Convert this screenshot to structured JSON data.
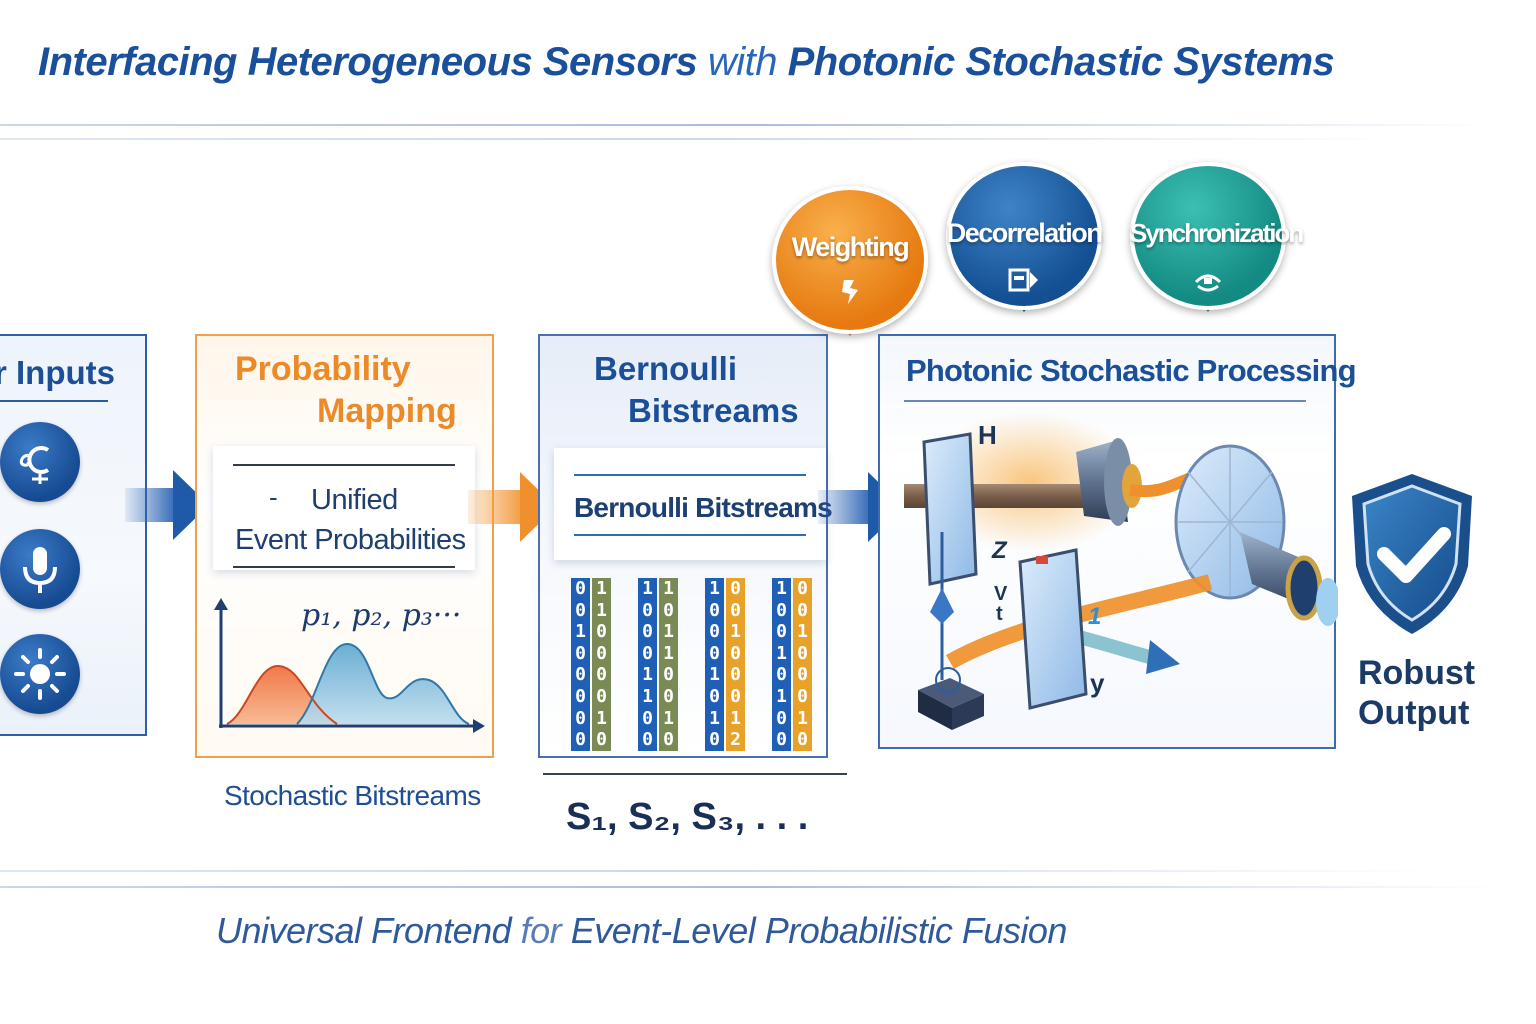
{
  "title": {
    "part1": "Interfacing Heterogeneous Sensors",
    "connector": "with",
    "part2": "Photonic Stochastic Systems"
  },
  "sensor_inputs": {
    "title": "r Inputs",
    "icons": [
      "capacitive-sensor-icon",
      "microphone-icon",
      "sun-icon"
    ]
  },
  "badges": [
    {
      "label": "Weighting",
      "icon": "weighting-icon",
      "color": "#ee8a1a"
    },
    {
      "label": "Decorrelation",
      "icon": "decorrelation-icon",
      "color": "#1d5fa6"
    },
    {
      "label": "Synchronization",
      "icon": "synchronization-icon",
      "color": "#1b9c94"
    }
  ],
  "probability_mapping": {
    "title_line1": "Probability",
    "title_line2": "Mapping",
    "card_bullet": "-",
    "card_line1": "Unified",
    "card_line2": "Event Probabilities",
    "formula": "p₁,  p₂,  p₃···",
    "caption": "Stochastic Bitstreams"
  },
  "bernoulli": {
    "title_line1": "Bernoulli",
    "title_line2": "Bitstreams",
    "card_label": "Bernoulli Bitstreams",
    "streams": [
      {
        "a": [
          "0",
          "0",
          "1",
          "0",
          "0",
          "0",
          "0",
          "0"
        ],
        "b": [
          "1",
          "1",
          "0",
          "0",
          "0",
          "0",
          "1",
          "0"
        ]
      },
      {
        "a": [
          "1",
          "0",
          "0",
          "0",
          "1",
          "1",
          "0",
          "0"
        ],
        "b": [
          "1",
          "0",
          "1",
          "1",
          "0",
          "0",
          "1",
          "0"
        ]
      },
      {
        "a": [
          "1",
          "0",
          "0",
          "0",
          "1",
          "0",
          "1",
          "0"
        ],
        "b": [
          "0",
          "0",
          "1",
          "0",
          "0",
          "0",
          "1",
          "2"
        ]
      },
      {
        "a": [
          "1",
          "0",
          "0",
          "1",
          "0",
          "1",
          "0",
          "0"
        ],
        "b": [
          "0",
          "0",
          "1",
          "0",
          "0",
          "0",
          "1",
          "0"
        ]
      }
    ],
    "formula": "S₁,  S₂,  S₃, . . ."
  },
  "photonic": {
    "title": "Photonic Stochastic Processing",
    "labels": {
      "h": "H",
      "z": "Z",
      "v": "V",
      "t": "t",
      "one": "1",
      "y": "y"
    }
  },
  "output": {
    "line1": "Robust",
    "line2": "Output",
    "icon": "shield-check-icon"
  },
  "footer": {
    "part1": "Universal Frontend",
    "connector": "for",
    "part2": "Event-Level Probabilistic Fusion"
  }
}
